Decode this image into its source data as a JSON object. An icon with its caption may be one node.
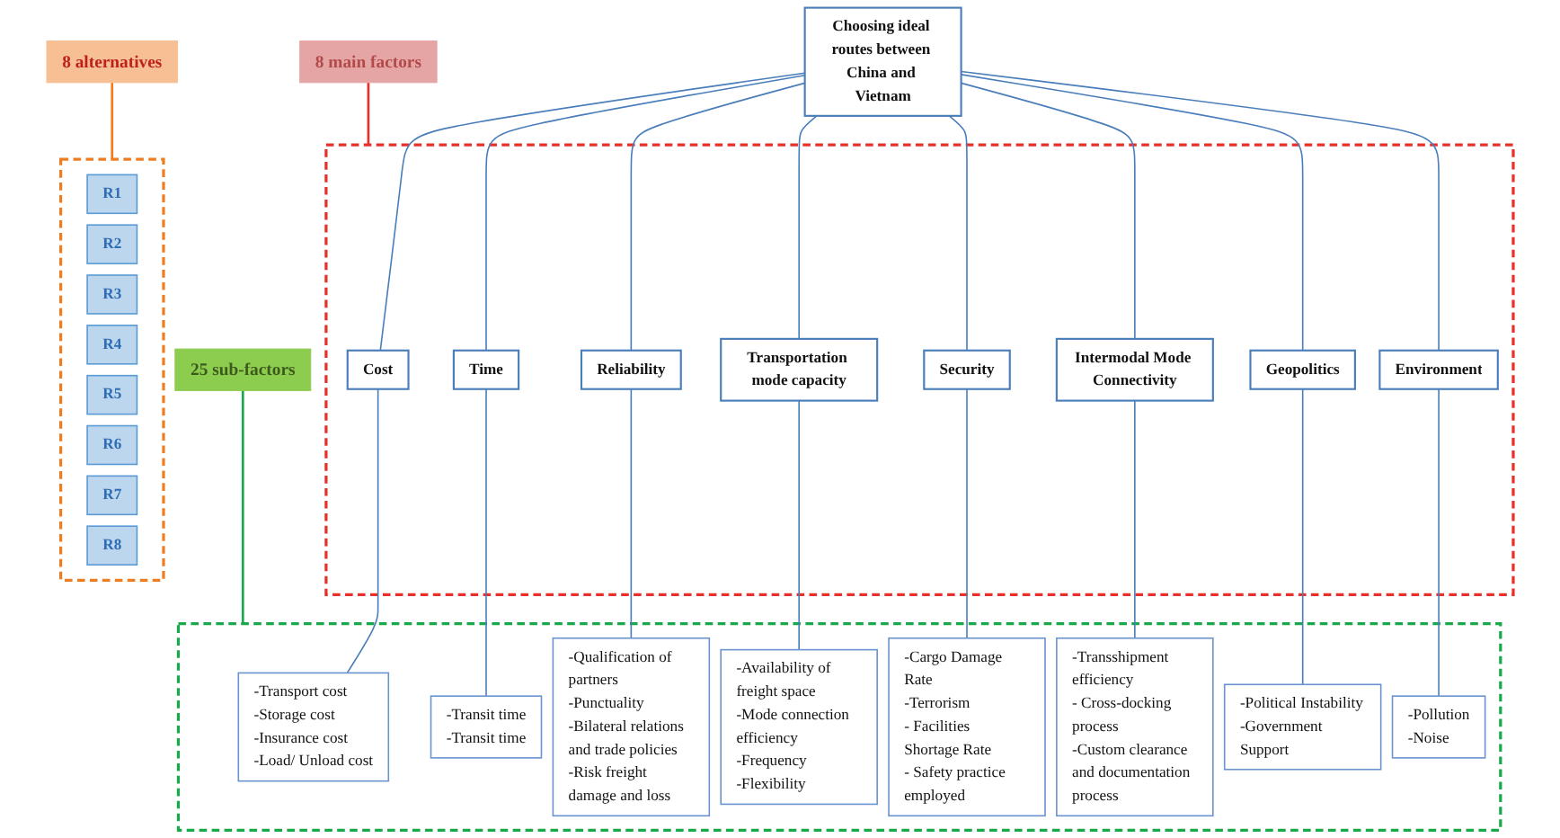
{
  "diagram": {
    "nodes": [
      {
        "text": [
          "Choosing ideal routes between China and Vietnam"
        ]
      },
      {
        "text": [],
        "shape": "box"
      },
      {
        "text": [
          "Cost"
        ],
        "in": 1
      },
      {
        "text": [
          "Time"
        ],
        "in": 1
      },
      {
        "text": [
          "Reliability"
        ],
        "in": 1
      },
      {
        "text": [
          "Transportation mode capacity"
        ],
        "in": 1
      },
      {
        "text": [
          "Security"
        ],
        "in": 1
      },
      {
        "text": [
          "Intermodal Mode Connectivity"
        ],
        "in": 1
      },
      {
        "text": [
          "Geopolitics"
        ],
        "in": 1
      },
      {
        "text": [
          "Environment"
        ],
        "in": 1
      },
      {
        "text": [],
        "shape": "box"
      },
      {
        "text": [
          "-Transport cost",
          "-Storage cost",
          "-Insurance cost",
          "-Load/ Unload cost"
        ],
        "in": 10
      },
      {
        "text": [
          "-Transit time",
          "-Transit time"
        ],
        "in": 10
      },
      {
        "text": [
          "-Qualification of partners",
          "-Punctuality",
          "-Bilateral relations and trade policies",
          "-Risk freight damage and loss"
        ],
        "in": 10
      },
      {
        "text": [
          "-Availability of freight space",
          "-Mode connection efficiency",
          "-Frequency",
          "-Flexibility"
        ],
        "in": 10
      },
      {
        "text": [
          "-Cargo Damage Rate",
          "-Terrorism",
          "- Facilities Shortage Rate",
          "- Safety practice employed"
        ],
        "in": 10
      },
      {
        "text": [
          "-Transshipment efficiency",
          "- Cross-docking process",
          "-Custom clearance and documentation process"
        ],
        "in": 10
      },
      {
        "text": [
          "-Political Instability",
          "-Government Support"
        ],
        "in": 10
      },
      {
        "text": [
          "-Pollution",
          "-Noise"
        ],
        "in": 10
      },
      {
        "text": [],
        "shape": "box"
      },
      {
        "text": [
          "R1"
        ],
        "in": 19
      },
      {
        "text": [
          "R2"
        ],
        "in": 19
      },
      {
        "text": [
          "R3"
        ],
        "in": 19
      },
      {
        "text": [
          "R4"
        ],
        "in": 19
      },
      {
        "text": [
          "R5"
        ],
        "in": 19
      },
      {
        "text": [
          "R6"
        ],
        "in": 19
      },
      {
        "text": [
          "R7"
        ],
        "in": 19
      },
      {
        "text": [
          "R8"
        ],
        "in": 19
      },
      {
        "text": [
          "8 main factors"
        ]
      },
      {
        "text": [
          "25 sub-factors"
        ]
      },
      {
        "text": [
          "8 alternatives"
        ]
      }
    ],
    "edges": [
      {
        "from": 0,
        "to": 2,
        "arrow": "none"
      },
      {
        "from": 0,
        "to": 3,
        "arrow": "none"
      },
      {
        "from": 0,
        "to": 4,
        "arrow": "none"
      },
      {
        "from": 0,
        "to": 5,
        "arrow": "none"
      },
      {
        "from": 0,
        "to": 6,
        "arrow": "none"
      },
      {
        "from": 0,
        "to": 7,
        "arrow": "none"
      },
      {
        "from": 0,
        "to": 8,
        "arrow": "none"
      },
      {
        "from": 0,
        "to": 9,
        "arrow": "none"
      },
      {
        "from": 2,
        "to": 11,
        "arrow": "none"
      },
      {
        "from": 3,
        "to": 12,
        "arrow": "none"
      },
      {
        "from": 4,
        "to": 13,
        "arrow": "none"
      },
      {
        "from": 5,
        "to": 14,
        "arrow": "none"
      },
      {
        "from": 6,
        "to": 15,
        "arrow": "none"
      },
      {
        "from": 7,
        "to": 16,
        "arrow": "none"
      },
      {
        "from": 8,
        "to": 17,
        "arrow": "none"
      },
      {
        "from": 9,
        "to": 18,
        "arrow": "none"
      },
      {
        "from": 28,
        "to": 1,
        "arrow": "none",
        "color": "#e8302a"
      },
      {
        "from": 29,
        "to": 10,
        "arrow": "none",
        "color": "#19a84a"
      },
      {
        "from": 30,
        "to": 19,
        "arrow": "none",
        "color": "#ee7d22"
      }
    ]
  }
}
